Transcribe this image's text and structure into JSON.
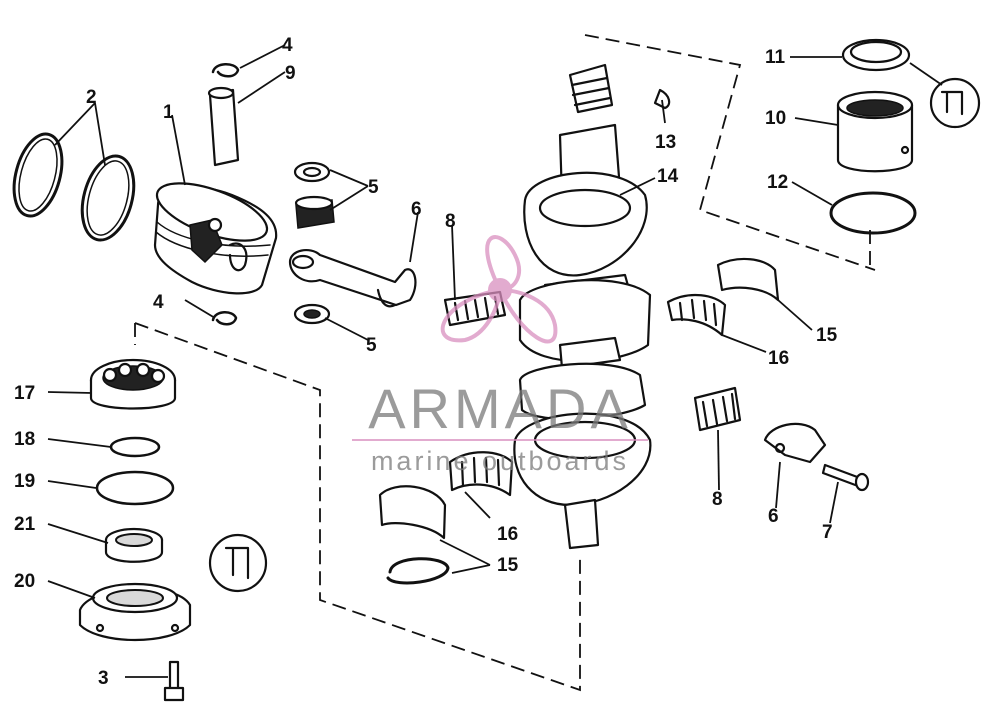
{
  "labels": {
    "l1": "1",
    "l2": "2",
    "l3": "3",
    "l4a": "4",
    "l4b": "4",
    "l5a": "5",
    "l5b": "5",
    "l6a": "6",
    "l6b": "6",
    "l7": "7",
    "l8a": "8",
    "l8b": "8",
    "l9": "9",
    "l10": "10",
    "l11": "11",
    "l12": "12",
    "l13": "13",
    "l14": "14",
    "l15a": "15",
    "l15b": "15",
    "l16a": "16",
    "l16b": "16",
    "l17": "17",
    "l18": "18",
    "l19": "19",
    "l20": "20",
    "l21": "21"
  },
  "watermark": {
    "brand": "ARMADA",
    "tagline": "marine outboards",
    "color": "#d98fbf",
    "text_color": "#7a7a7a"
  },
  "colors": {
    "ink": "#111111",
    "background": "#ffffff"
  }
}
